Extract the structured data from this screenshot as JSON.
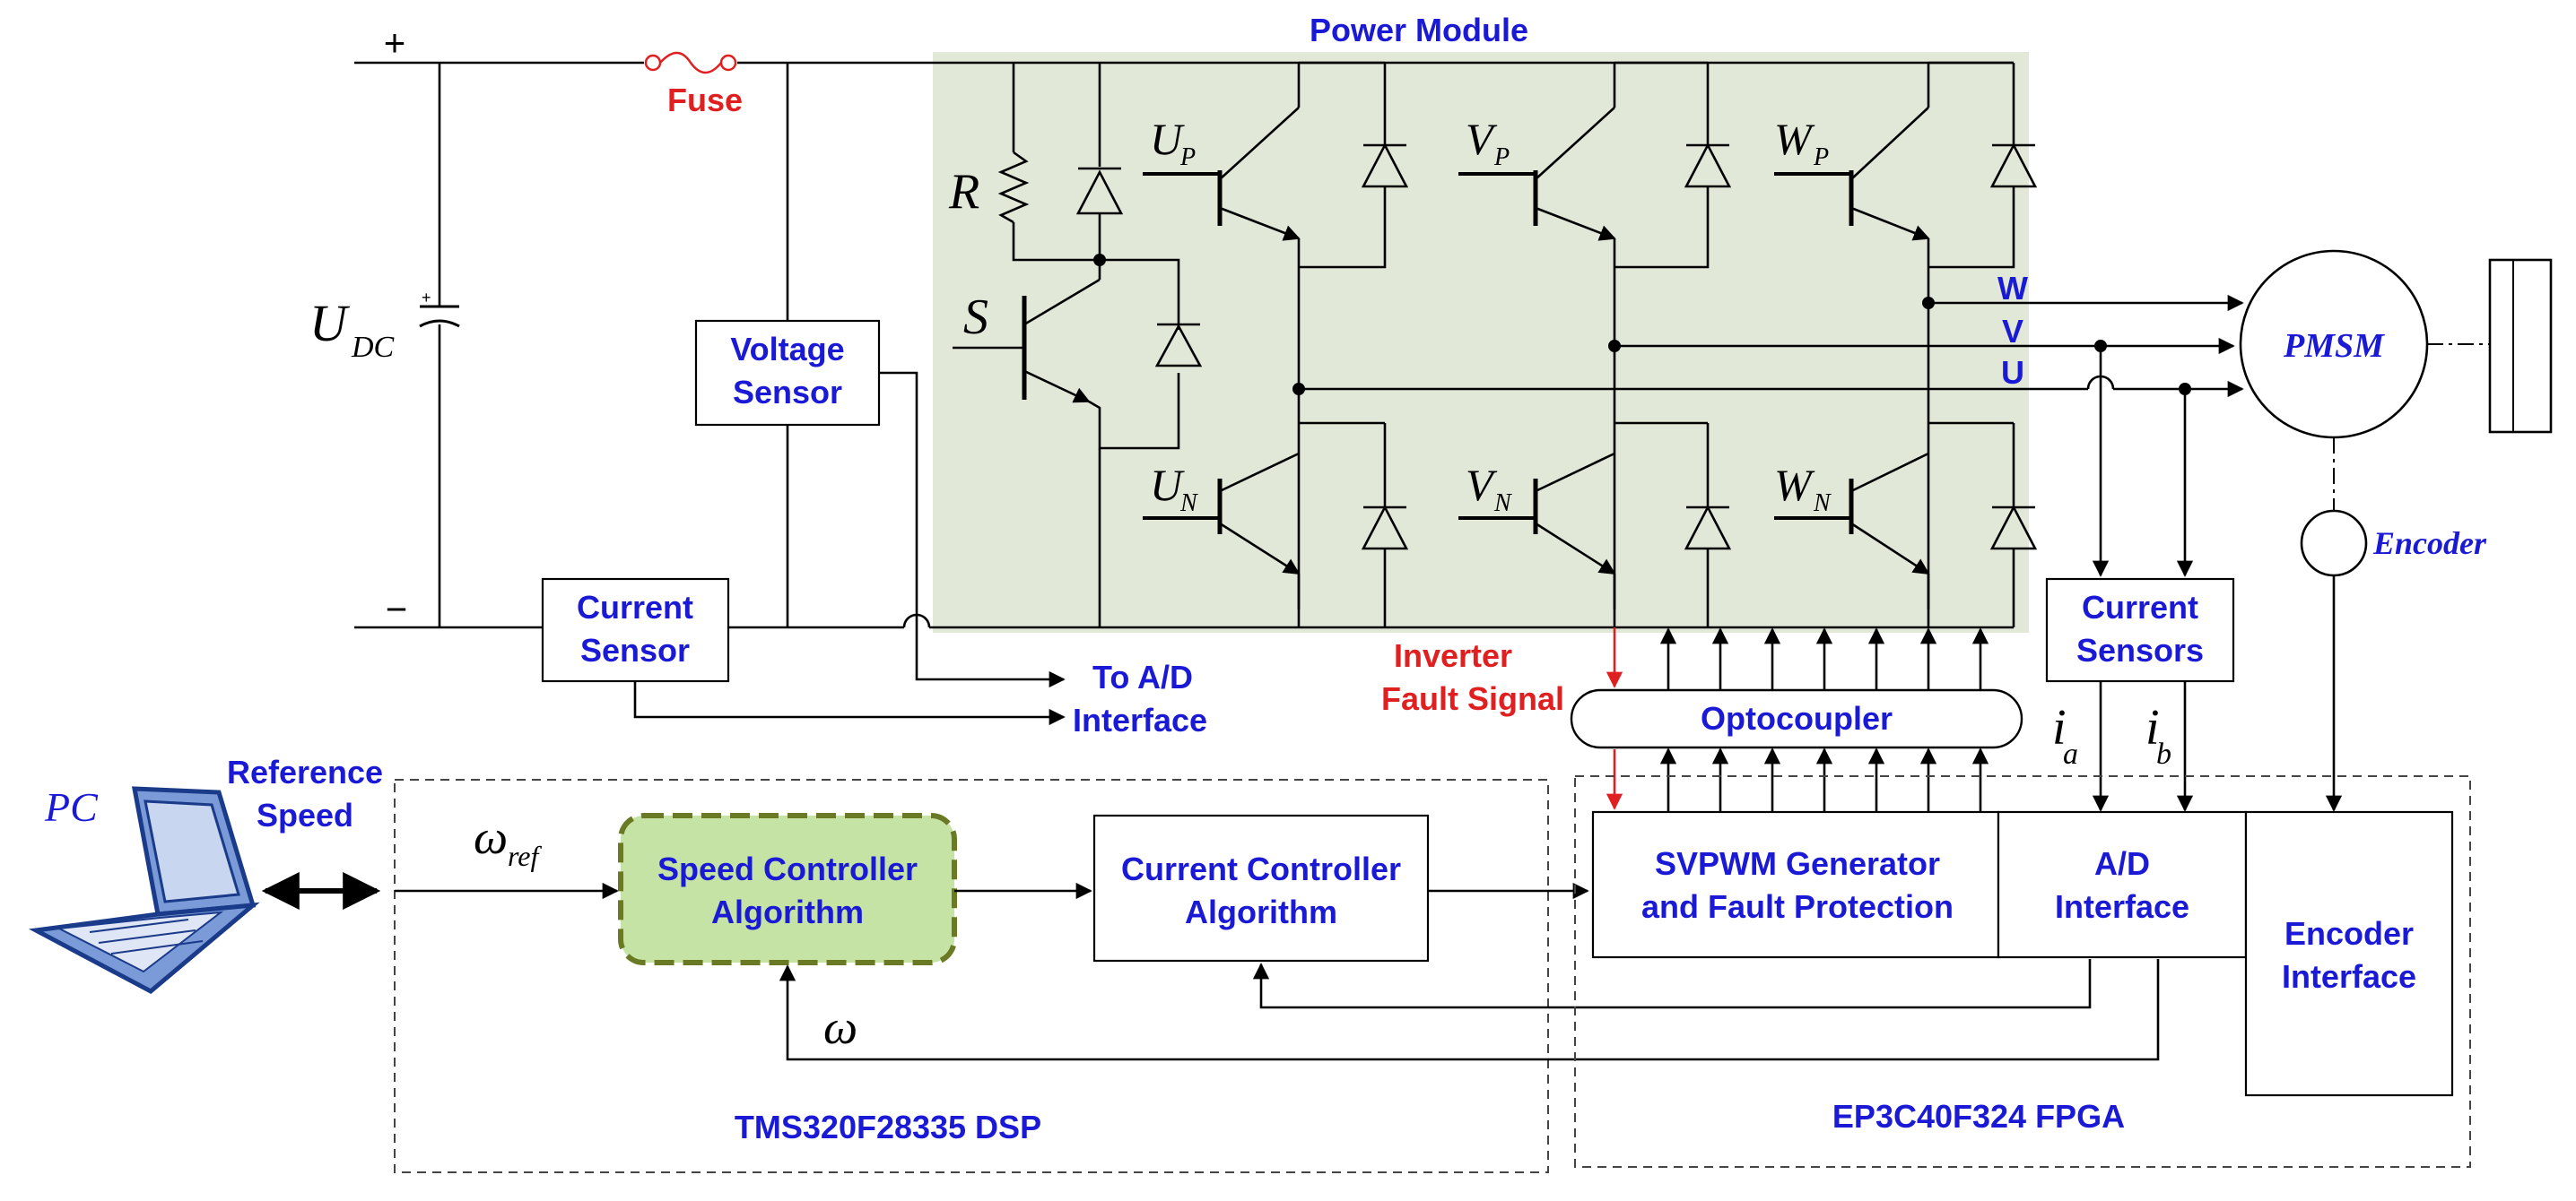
{
  "power": {
    "title": "Power Module",
    "fuse": "Fuse",
    "plus": "+",
    "minus": "−",
    "udc_main": "U",
    "udc_sub": "DC",
    "resistor": "R",
    "switch_s": "S",
    "up_main": "U",
    "up_sub": "P",
    "vp_main": "V",
    "vp_sub": "P",
    "wp_main": "W",
    "wp_sub": "P",
    "un_main": "U",
    "un_sub": "N",
    "vn_main": "V",
    "vn_sub": "N",
    "wn_main": "W",
    "wn_sub": "N"
  },
  "phases": {
    "w": "W",
    "v": "V",
    "u": "U"
  },
  "motor": {
    "pmsm": "PMSM",
    "encoder": "Encoder"
  },
  "sensors": {
    "voltage_1": "Voltage",
    "voltage_2": "Sensor",
    "current_1": "Current",
    "current_2": "Sensor",
    "currents_1": "Current",
    "currents_2": "Sensors",
    "ia_main": "i",
    "ia_sub": "a",
    "ib_main": "i",
    "ib_sub": "b"
  },
  "signals": {
    "to_ad_1": "To A/D",
    "to_ad_2": "Interface",
    "fault_1": "Inverter",
    "fault_2": "Fault Signal",
    "optocoupler": "Optocoupler"
  },
  "pc": {
    "label": "PC",
    "ref_1": "Reference",
    "ref_2": "Speed"
  },
  "dsp": {
    "title": "TMS320F28335 DSP",
    "omega_ref_main": "ω",
    "omega_ref_sub": "ref",
    "omega": "ω",
    "speed_1": "Speed Controller",
    "speed_2": "Algorithm",
    "current_1": "Current Controller",
    "current_2": "Algorithm"
  },
  "fpga": {
    "title": "EP3C40F324 FPGA",
    "svpwm_1": "SVPWM Generator",
    "svpwm_2": "and Fault Protection",
    "ad_1": "A/D",
    "ad_2": "Interface",
    "enc_1": "Encoder",
    "enc_2": "Interface"
  },
  "colors": {
    "label_blue": "#1a1ad6",
    "fault_red": "#e02020",
    "module_fill": "#e1e8d8",
    "speed_fill": "#c5e3a4",
    "speed_border": "#6a7a24"
  }
}
